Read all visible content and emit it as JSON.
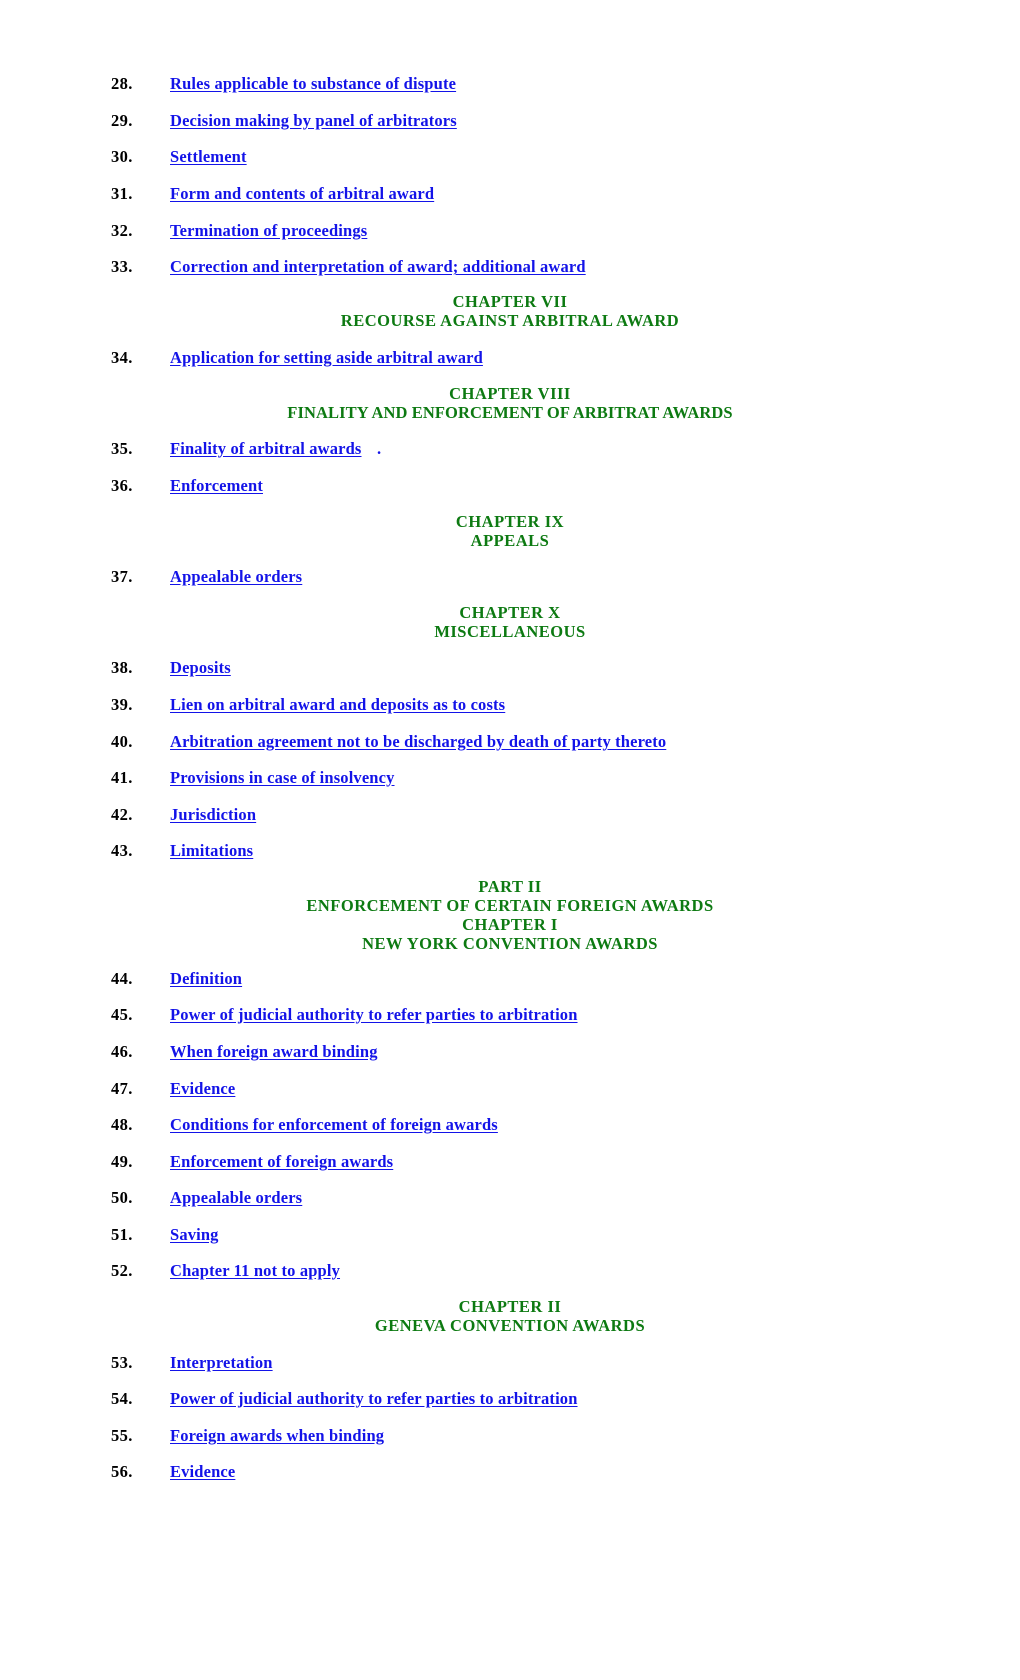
{
  "document": {
    "type": "table-of-contents",
    "colors": {
      "entry_number": "#000000",
      "entry_link": "#1313e8",
      "heading": "#0d7a12",
      "page_background": "#ffffff"
    }
  },
  "entries": [
    {
      "number": "28.",
      "title": "Rules applicable to substance of dispute"
    },
    {
      "number": "29.",
      "title": "Decision making by panel of arbitrators"
    },
    {
      "number": "30.",
      "title": "Settlement"
    },
    {
      "number": "31.",
      "title": "Form and contents of arbitral award"
    },
    {
      "number": "32.",
      "title": "Termination of proceedings"
    },
    {
      "number": "33.",
      "title": "Correction and interpretation of award; additional award"
    },
    {
      "number": "34.",
      "title": "Application for setting aside arbitral award"
    },
    {
      "number": "35.",
      "title": "Finality of arbitral awards",
      "suffix": "."
    },
    {
      "number": "36.",
      "title": "Enforcement"
    },
    {
      "number": "37.",
      "title": "Appealable orders"
    },
    {
      "number": "38.",
      "title": "Deposits"
    },
    {
      "number": "39.",
      "title": "Lien on arbitral award and deposits as to costs"
    },
    {
      "number": "40.",
      "title": "Arbitration agreement not to be discharged by death of party thereto"
    },
    {
      "number": "41.",
      "title": "Provisions in case of insolvency"
    },
    {
      "number": "42.",
      "title": "Jurisdiction"
    },
    {
      "number": "43.",
      "title": "Limitations"
    },
    {
      "number": "44.",
      "title": "Definition"
    },
    {
      "number": "45.",
      "title": "Power of judicial authority to refer parties to arbitration"
    },
    {
      "number": "46.",
      "title": "When foreign award binding"
    },
    {
      "number": "47.",
      "title": "Evidence"
    },
    {
      "number": "48.",
      "title": "Conditions for enforcement of foreign awards"
    },
    {
      "number": "49.",
      "title": "Enforcement of foreign awards"
    },
    {
      "number": "50.",
      "title": "Appealable orders"
    },
    {
      "number": "51.",
      "title": "Saving"
    },
    {
      "number": "52.",
      "title": "Chapter 11 not to apply"
    },
    {
      "number": "53.",
      "title": "Interpretation"
    },
    {
      "number": "54.",
      "title": "Power of judicial authority to refer parties to arbitration"
    },
    {
      "number": "55.",
      "title": "Foreign awards when binding"
    },
    {
      "number": "56.",
      "title": "Evidence"
    }
  ],
  "headings": {
    "chapter_vii": {
      "line1": "CHAPTER VII",
      "line2": "RECOURSE AGAINST ARBITRAL AWARD"
    },
    "chapter_viii": {
      "line1": "CHAPTER VIII",
      "line2": "FINALITY AND ENFORCEMENT OF ARBITRAT AWARDS"
    },
    "chapter_ix": {
      "line1": "CHAPTER IX",
      "line2": "APPEALS"
    },
    "chapter_x": {
      "line1": "CHAPTER X",
      "line2": "MISCELLANEOUS"
    },
    "part_ii": {
      "line1": "PART II",
      "line2": "ENFORCEMENT OF CERTAIN FOREIGN AWARDS",
      "line3": "CHAPTER I",
      "line4": "NEW YORK CONVENTION AWARDS"
    },
    "chapter_ii_geneva": {
      "line1": "CHAPTER II",
      "line2": "GENEVA CONVENTION AWARDS"
    }
  }
}
